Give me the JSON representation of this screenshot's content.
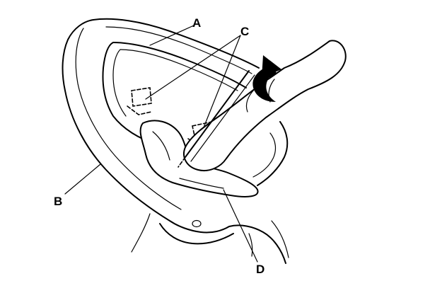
{
  "figure": {
    "callouts": {
      "a": "A",
      "b": "B",
      "c": "C",
      "d": "D"
    },
    "colors": {
      "line": "#000000",
      "background": "#ffffff"
    }
  }
}
